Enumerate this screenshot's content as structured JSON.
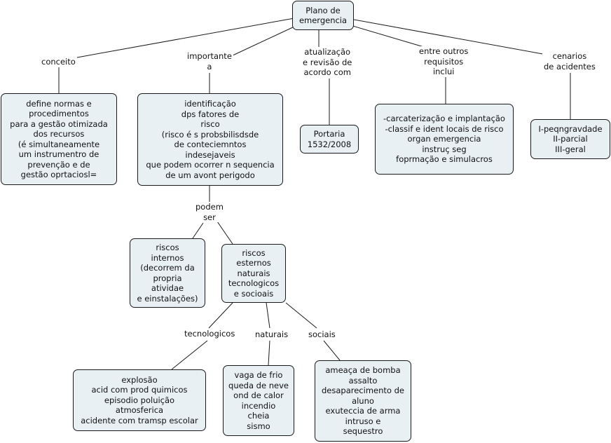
{
  "colors": {
    "node_fill": "#e8f0f4",
    "node_border": "#1a1a1a",
    "line": "#1a1a1a"
  },
  "nodes": {
    "root": "Plano de\nemergencia",
    "define": "define normas e\nprocedimentos\npara a gestão otimizada\ndos recursos\n(é simultaneamente\num instrumentro de\nprevenção e de\ngestão oprtaciosl=",
    "identificacao": "identificação\ndps fatores de\nrisco\n(risco é s probsbilisdsde\nde conteciemntos\nindesejaveis\nque podem ocorrer n sequencia\nde um avont perigodo",
    "portaria": "Portaria\n1532/2008",
    "carac": "-carcaterização e implantação\n-classif e ident locais de risco\norgan emergencia\ninstruç seg\nfoprmação e simulacros",
    "cenarios": "I-peqngravdade\nII-parcial\nIII-geral",
    "internos": "riscos\ninternos\n(decorrem da\npropria\natividae\ne einstalações)",
    "externos": "riscos\nesternos\nnaturais\ntecnologicos\ne socioais",
    "tec": "explosão\nacid com prod quimicos\nepisodio poluição\natmosferica\nacidente com tramsp escolar",
    "nat": "vaga de frio\nqueda de neve\nond de calor\nincendio\ncheia\nsismo",
    "soc": "ameaça  de bomba\nassalto\ndesaparecimento de\naluno\nexuteccia de arma\nintruso e\nsequestro"
  },
  "labels": {
    "conceito": "conceito",
    "importante": "importante\na",
    "atualizacao": "atualização\ne revisão de\nacordo com",
    "entre": "entre outros\nrequisitos\ninclui",
    "cenarios": "cenarios\nde acidentes",
    "podem": "podem\nser",
    "tecnologicos": "tecnologicos",
    "naturais": "naturais",
    "sociais": "sociais"
  }
}
